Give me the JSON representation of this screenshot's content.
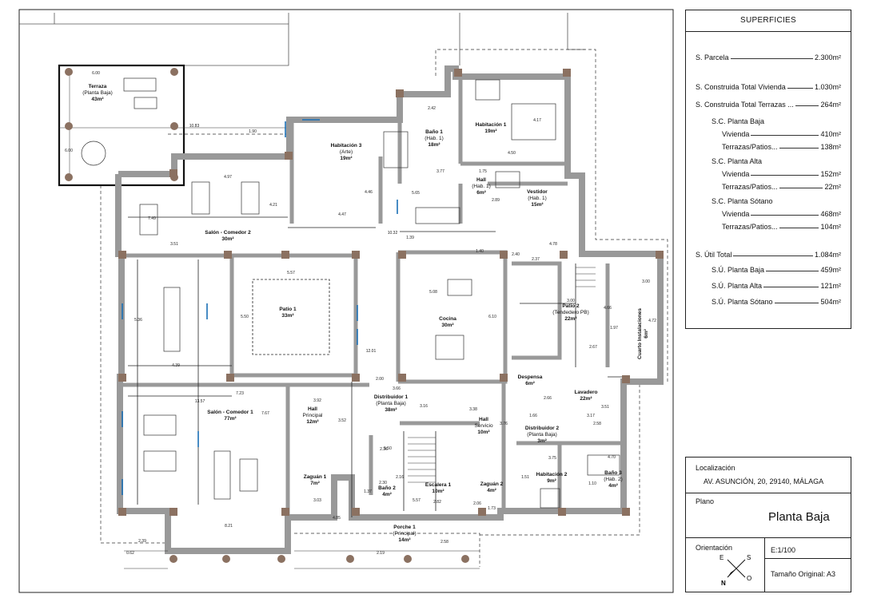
{
  "superficies": {
    "title": "SUPERFICIES",
    "rows": [
      {
        "label": "S. Parcela",
        "value": "2.300m²"
      },
      {
        "label": "S. Construida Total Vivienda",
        "value": "1.030m²"
      },
      {
        "label": "S. Construida Total Terrazas ...",
        "value": "264m²"
      },
      {
        "label": "S.C. Planta Baja",
        "value": ""
      },
      {
        "label": "Vivienda",
        "value": "410m²"
      },
      {
        "label": "Terrazas/Patios...",
        "value": "138m²"
      },
      {
        "label": "S.C. Planta Alta",
        "value": ""
      },
      {
        "label": "Vivienda",
        "value": "152m²"
      },
      {
        "label": "Terrazas/Patios...",
        "value": "22m²"
      },
      {
        "label": "S.C. Planta Sótano",
        "value": ""
      },
      {
        "label": "Vivienda",
        "value": "468m²"
      },
      {
        "label": "Terrazas/Patios...",
        "value": "104m²"
      },
      {
        "label": "S. Útil Total",
        "value": "1.084m²"
      },
      {
        "label": "S.Ú. Planta Baja",
        "value": "459m²"
      },
      {
        "label": "S.Ú. Planta Alta",
        "value": "121m²"
      },
      {
        "label": "S.Ú. Planta Sótano",
        "value": "504m²"
      }
    ]
  },
  "info": {
    "localizacion_label": "Localización",
    "localizacion_value": "AV. ASUNCIÓN, 20, 29140, MÁLAGA",
    "plano_label": "Plano",
    "plano_value": "Planta Baja",
    "orientacion_label": "Orientación",
    "compass": {
      "e": "E",
      "s": "S",
      "n": "N",
      "o": "O"
    },
    "escala": "E:1/100",
    "tamano": "Tamaño Original: A3"
  },
  "rooms": [
    {
      "name": "Terraza",
      "sub": "(Planta Baja)",
      "area": "43m²"
    },
    {
      "name": "Habitación 3",
      "sub": "(Arte)",
      "area": "19m²"
    },
    {
      "name": "Baño 1",
      "sub": "(Hab. 1)",
      "area": "18m²"
    },
    {
      "name": "Habitación 1",
      "sub": "",
      "area": "19m²"
    },
    {
      "name": "Hall",
      "sub": "(Hab. 1)",
      "area": "6m²"
    },
    {
      "name": "Vestidor",
      "sub": "(Hab. 1)",
      "area": "15m²"
    },
    {
      "name": "Salón - Comedor 2",
      "sub": "",
      "area": "30m²"
    },
    {
      "name": "Patio 1",
      "sub": "",
      "area": "33m²"
    },
    {
      "name": "Cocina",
      "sub": "",
      "area": "30m²"
    },
    {
      "name": "Patio 2",
      "sub": "(Tendedero PB)",
      "area": "22m²"
    },
    {
      "name": "Cuarto Instalaciones",
      "sub": "",
      "area": "6m²"
    },
    {
      "name": "Despensa",
      "sub": "",
      "area": "6m²"
    },
    {
      "name": "Lavadero",
      "sub": "",
      "area": "22m²"
    },
    {
      "name": "Salón - Comedor 1",
      "sub": "",
      "area": "77m²"
    },
    {
      "name": "Hall",
      "sub": "Principal",
      "area": "12m²"
    },
    {
      "name": "Distribuidor 1",
      "sub": "(Planta Baja)",
      "area": "38m²"
    },
    {
      "name": "Hall",
      "sub": "Servicio",
      "area": "10m²"
    },
    {
      "name": "Distribuidor 2",
      "sub": "(Planta Baja)",
      "area": "3m²"
    },
    {
      "name": "Zaguán 1",
      "sub": "",
      "area": "7m²"
    },
    {
      "name": "Baño 2",
      "sub": "",
      "area": "4m²"
    },
    {
      "name": "Escalera 1",
      "sub": "",
      "area": "10m²"
    },
    {
      "name": "Zaguán 2",
      "sub": "",
      "area": "4m²"
    },
    {
      "name": "Habitación 2",
      "sub": "",
      "area": "9m²"
    },
    {
      "name": "Baño 3",
      "sub": "(Hab. 2)",
      "area": "4m²"
    },
    {
      "name": "Porche 1",
      "sub": "(Principal)",
      "area": "14m²"
    }
  ],
  "dims": [
    "6.00",
    "10.83",
    "1.90",
    "6.00",
    "4.97",
    "4.21",
    "7.49",
    "3.51",
    "4.47",
    "4.46",
    "10.32",
    "1.39",
    "2.42",
    "4.17",
    "4.50",
    "3.77",
    "1.75",
    "5.65",
    "2.89",
    "2.40",
    "4.78",
    "2.37",
    "5.57",
    "5.50",
    "5.08",
    "6.10",
    "3.00",
    "4.66",
    "1.97",
    "4.72",
    "2.67",
    "12.01",
    "5.36",
    "4.39",
    "7.23",
    "13.57",
    "7.67",
    "3.92",
    "3.52",
    "2.00",
    "3.66",
    "3.16",
    "3.38",
    "3.76",
    "2.66",
    "1.66",
    "3.17",
    "3.51",
    "2.58",
    "5.50",
    "2.36",
    "2.30",
    "2.16",
    "5.57",
    "1.37",
    "3.03",
    "2.82",
    "2.06",
    "1.73",
    "3.75",
    "1.51",
    "1.10",
    "4.70",
    "4.85",
    "8.21",
    "2.19",
    "2.58",
    "2.39",
    "0.62",
    "3.00",
    "1.40"
  ]
}
